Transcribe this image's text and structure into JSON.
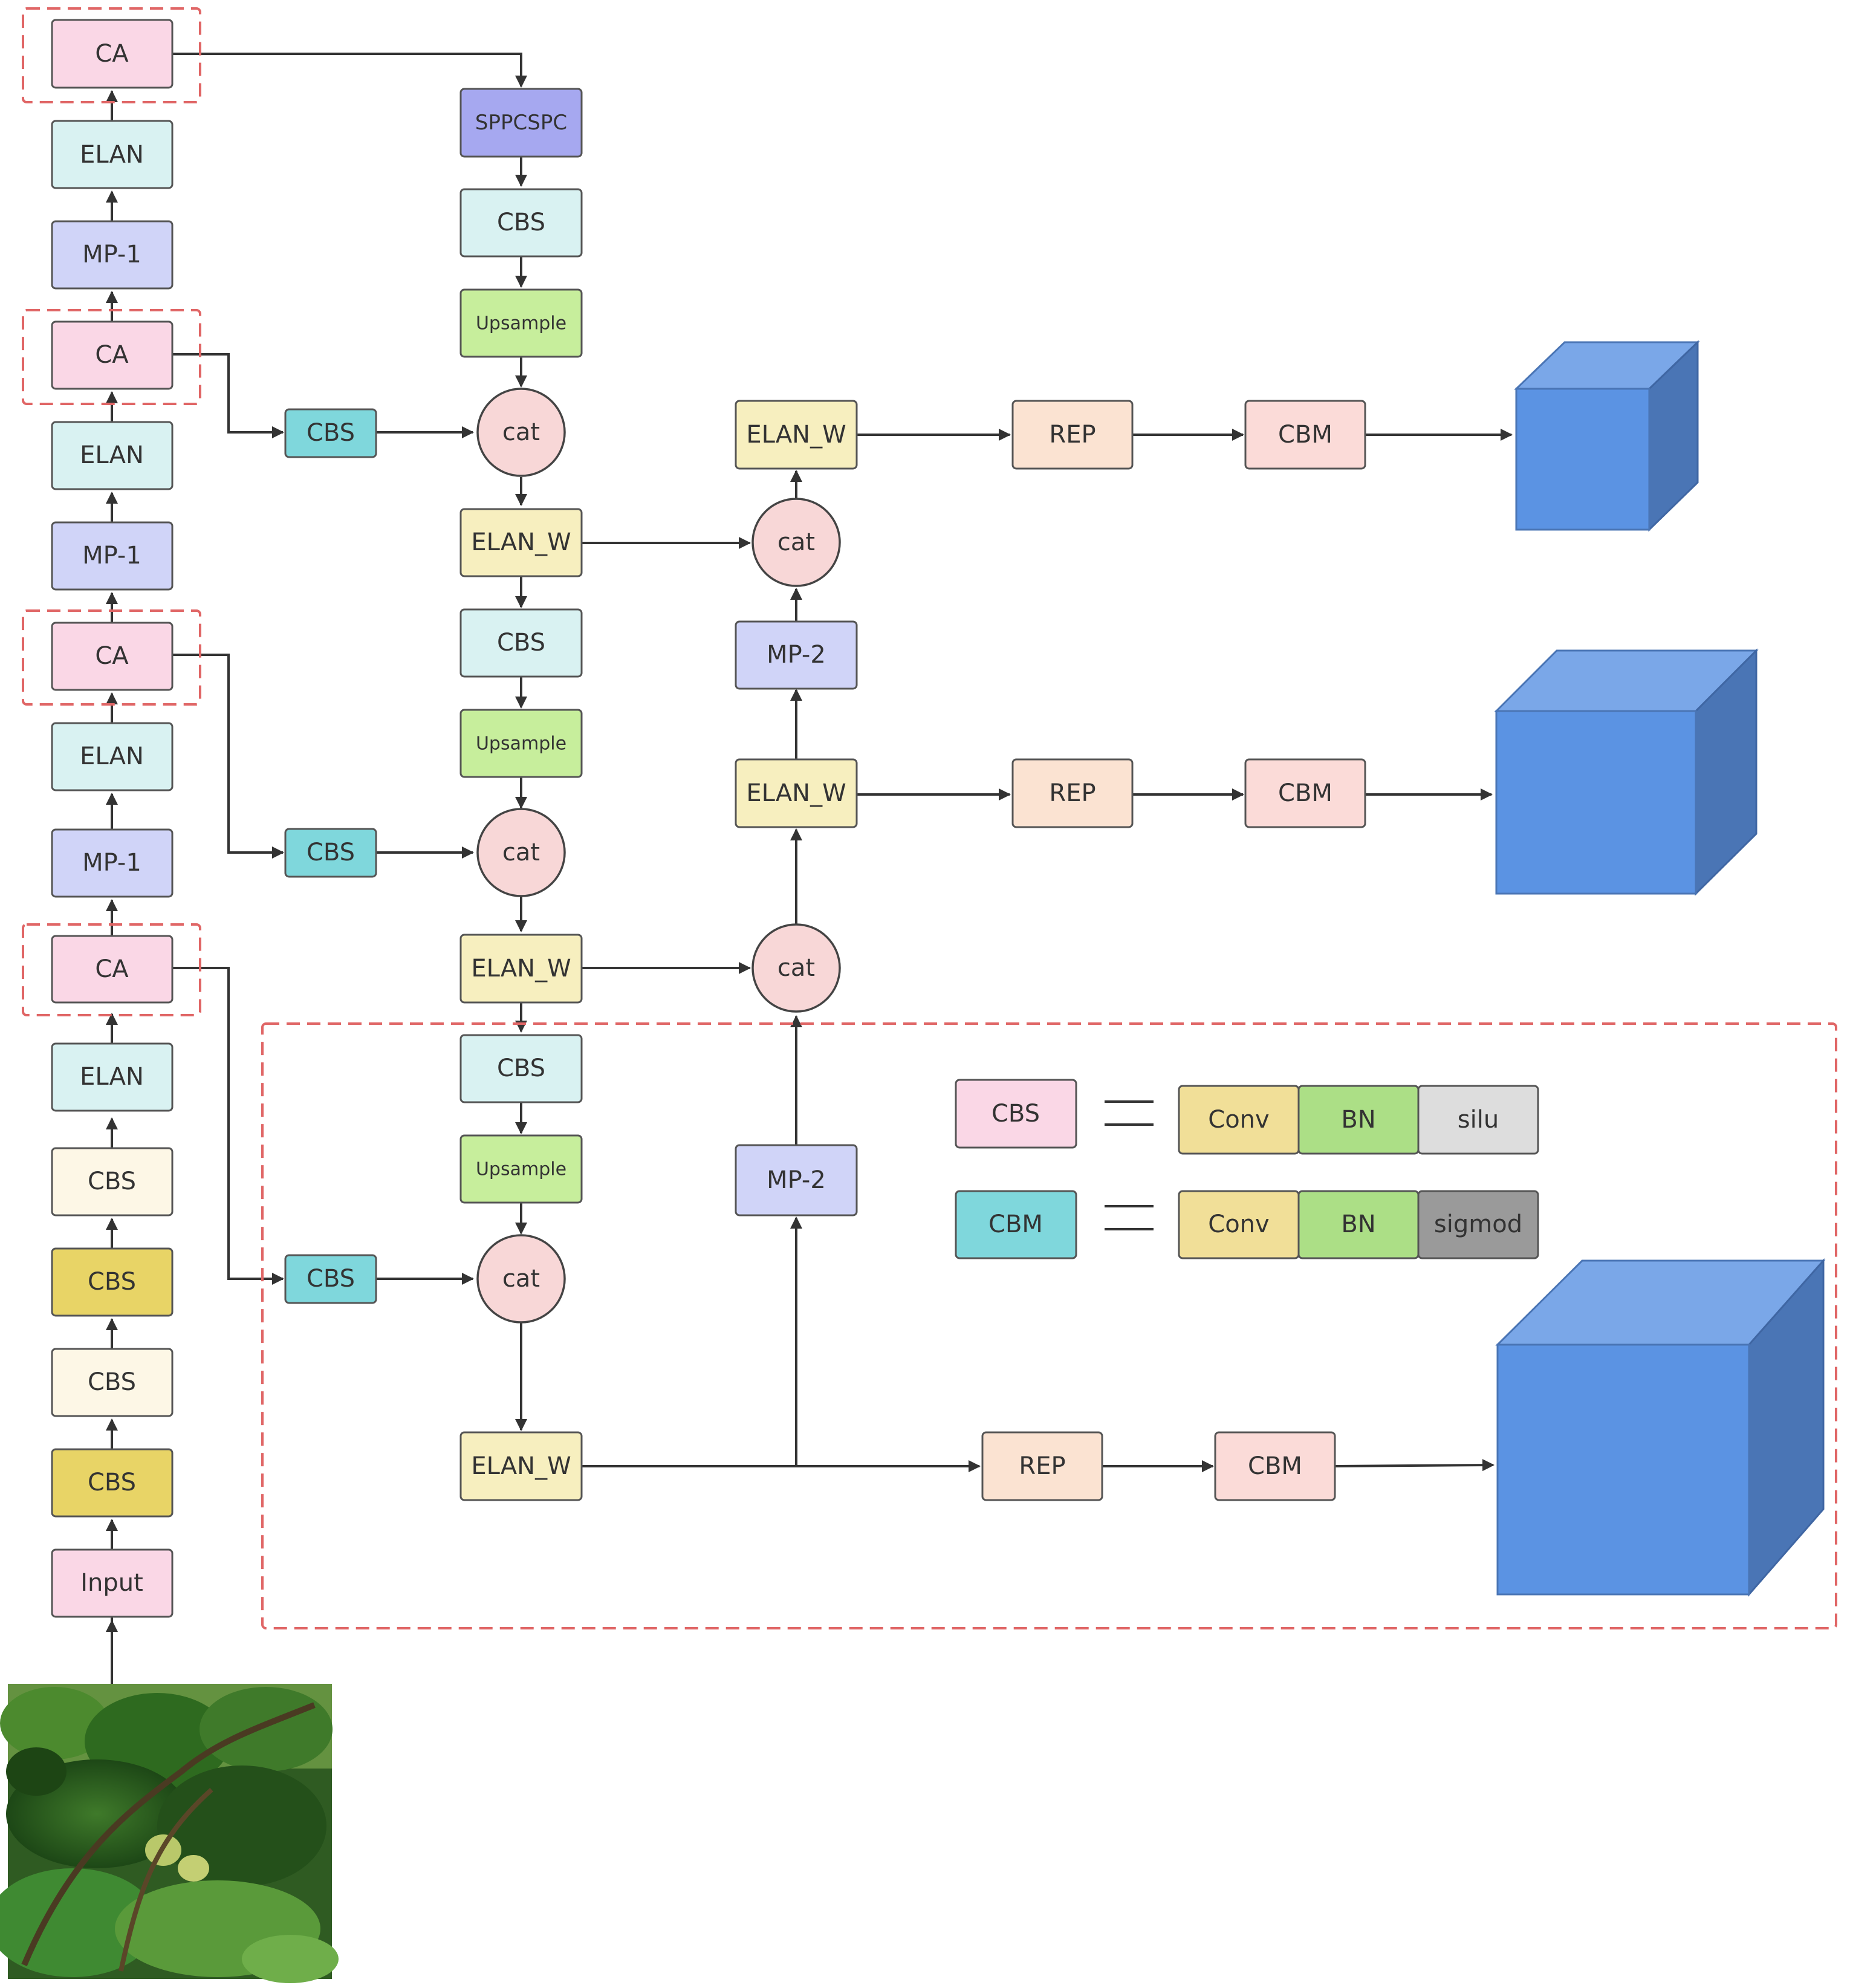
{
  "colors": {
    "pink": "#fad7e6",
    "light_cyan": "#d9f2f2",
    "lavender": "#d0d4f8",
    "sppcspc": "#a6a8f0",
    "upsample": "#c7ee9c",
    "teal": "#7fd7dc",
    "elan_w": "#f7efbf",
    "rep": "#fbe3d2",
    "cbm": "#fbdbd8",
    "cream": "#fdf7e6",
    "mustard": "#e8d466",
    "conv": "#f1df98",
    "bn": "#acdf86",
    "silu": "#dddddd",
    "sigmod": "#9a9a9a",
    "cat": "#f8d7d7",
    "cube_front": "#5b93e3",
    "cube_top": "#7aa7e8",
    "cube_side": "#4a75b5",
    "dashed": "#e06666"
  },
  "backbone": {
    "blocks": [
      "CA",
      "ELAN",
      "MP-1",
      "CA",
      "ELAN",
      "MP-1",
      "CA",
      "ELAN",
      "MP-1",
      "CA",
      "ELAN",
      "CBS",
      "CBS",
      "CBS",
      "CBS",
      "Input"
    ]
  },
  "neck": {
    "sppcspc": "SPPCSPC",
    "cbs": "CBS",
    "upsample": "Upsample",
    "cat": "cat",
    "elan_w": "ELAN_W",
    "mp2": "MP-2"
  },
  "heads": {
    "rep": "REP",
    "cbm": "CBM",
    "elan_w": "ELAN_W"
  },
  "legend": {
    "rows": [
      {
        "name": "CBS",
        "parts": [
          "Conv",
          "BN",
          "silu"
        ]
      },
      {
        "name": "CBM",
        "parts": [
          "Conv",
          "BN",
          "sigmod"
        ]
      }
    ]
  }
}
